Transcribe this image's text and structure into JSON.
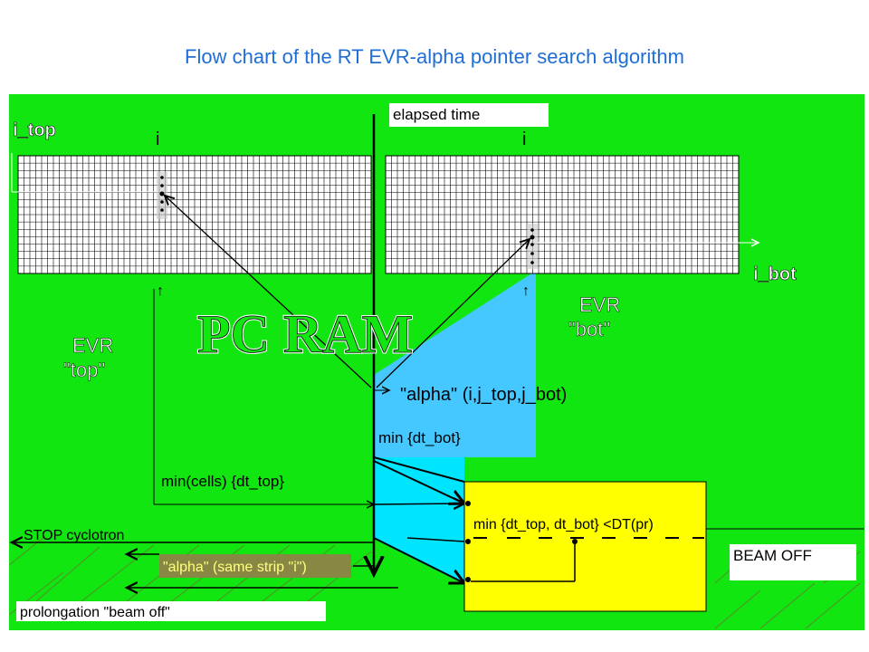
{
  "title": "Flow chart of the RT EVR-alpha pointer search  algorithm",
  "colors": {
    "background": "#11e611",
    "cyan": "#00e5ff",
    "lightblue": "#44c8ff",
    "yellow": "#ffff00",
    "olive": "#888844",
    "grid": "#000000",
    "banner": "#ffff80"
  },
  "labels": {
    "i_top": "i_top",
    "i_bot": "i_bot",
    "i_left": "i",
    "i_right": "i",
    "elapsed_time": "elapsed time",
    "evr_top_line1": "EVR",
    "evr_top_line2": "\"top\"",
    "evr_bot_line1": "EVR",
    "evr_bot_line2": "\"bot\"",
    "pc_ram": "PC  RAM",
    "alpha_fn": "\"alpha\" (i,j_top,j_bot)",
    "min_dt_bot": "min {dt_bot}",
    "min_cells": "min(cells) {dt_top}",
    "min_compare": "min {dt_top, dt_bot} <DT(pr)",
    "stop_cyclotron": "STOP cyclotron",
    "alpha_same_strip": "\"alpha\" (same strip \"i\")",
    "beam_off": "BEAM OFF",
    "prolongation": "prolongation \"beam off\""
  }
}
